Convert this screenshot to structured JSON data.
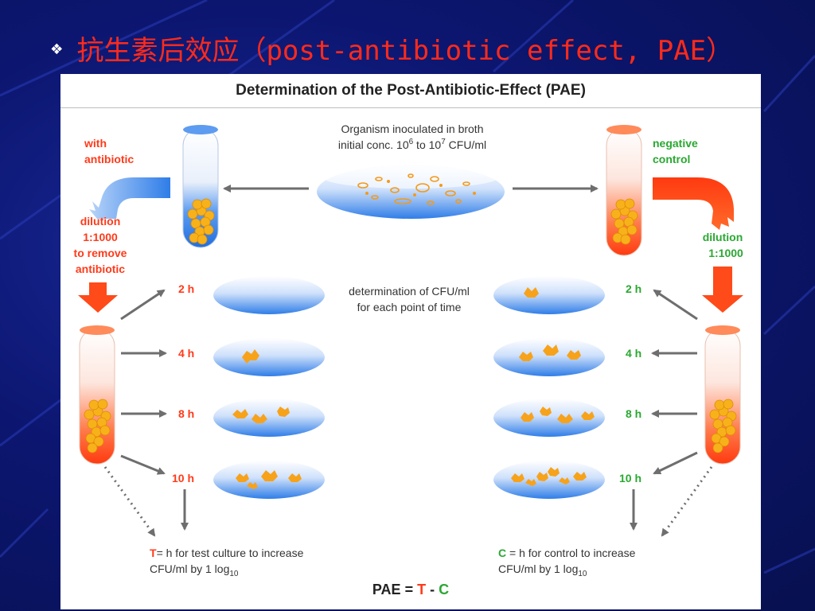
{
  "slide": {
    "bullet_icon": "diamond-bullet-icon",
    "title": "抗生素后效应（post-antibiotic effect, PAE）"
  },
  "panel": {
    "title": "Determination of the Post-Antibiotic-Effect (PAE)"
  },
  "labels": {
    "with_antibiotic_1": "with",
    "with_antibiotic_2": "antibiotic",
    "negative_control_1": "negative",
    "negative_control_2": "control",
    "dilution_left_1": "dilution",
    "dilution_left_2": "1:1000",
    "dilution_left_3": "to remove",
    "dilution_left_4": "antibiotic",
    "dilution_right_1": "dilution",
    "dilution_right_2": "1:1000",
    "organism_1": "Organism inoculated in broth",
    "organism_2_pre": "initial conc. 10",
    "organism_2_exp1": "6",
    "organism_2_mid": " to 10",
    "organism_2_exp2": "7",
    "organism_2_post": " CFU/ml",
    "determination_1": "determination of CFU/ml",
    "determination_2": "for each point of time",
    "t_letter": "T",
    "t_line1": "= h for test culture to increase",
    "t_line2_pre": "CFU/ml by 1 log",
    "t_line2_sub": "10",
    "c_letter": "C",
    "c_line1": " = h for control to increase",
    "c_line2_pre": "CFU/ml by 1 log",
    "c_line2_sub": "10",
    "pae_pre": "PAE = ",
    "pae_t": "T",
    "pae_mid": " - ",
    "pae_c": "C"
  },
  "time_points": [
    "2 h",
    "4 h",
    "8 h",
    "10 h"
  ],
  "colors": {
    "title_red": "#ff2a1a",
    "test_red": "#ff3a1a",
    "control_green": "#2aa832",
    "antibiotic_blue": "#2f7de8",
    "arrow_gray": "#6e6e6e",
    "colony_orange": "#f7a21b"
  }
}
